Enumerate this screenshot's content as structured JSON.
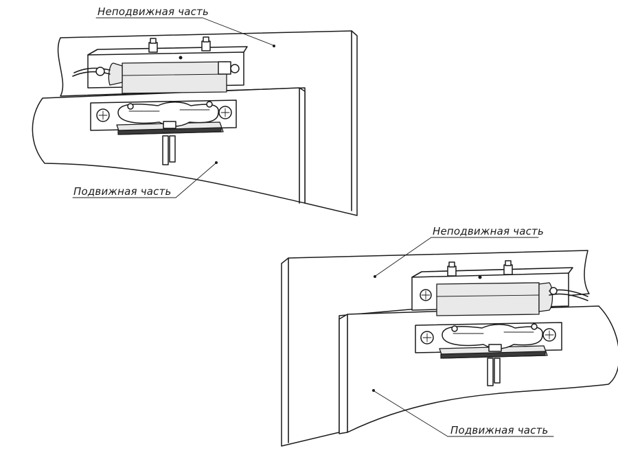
{
  "labels": {
    "top_fixed": "Неподвижная часть",
    "top_moving": "Подвижная часть",
    "bottom_fixed": "Неподвижная часть",
    "bottom_moving": "Подвижная часть"
  },
  "colors": {
    "line": "#1a1a1a",
    "background": "#ffffff",
    "shade": "#e9e9e9"
  }
}
